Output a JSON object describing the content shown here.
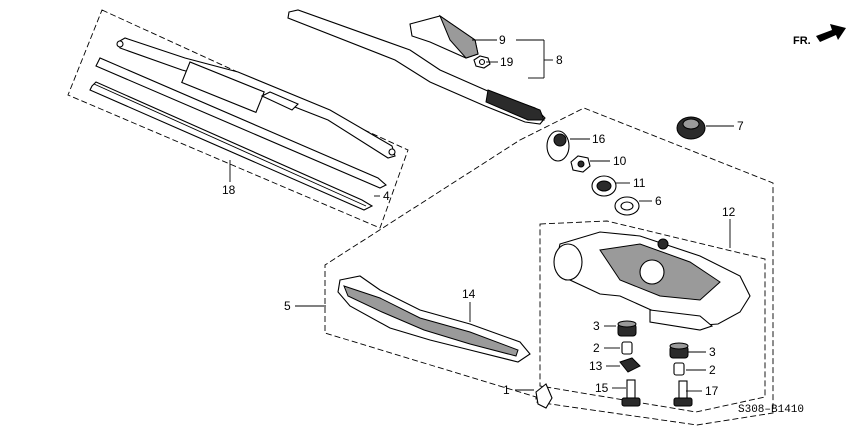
{
  "diagram": {
    "direction_label": "FR.",
    "code": "S308–B1410",
    "callouts": [
      "1",
      "2",
      "2",
      "3",
      "3",
      "4",
      "5",
      "6",
      "7",
      "8",
      "9",
      "10",
      "11",
      "12",
      "13",
      "14",
      "15",
      "16",
      "17",
      "18",
      "19"
    ]
  }
}
